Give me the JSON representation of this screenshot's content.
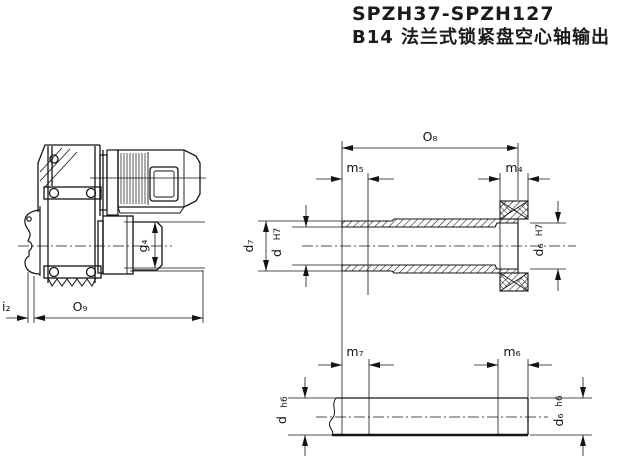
{
  "title": {
    "model_range": "SPZH37-SPZH127",
    "output_type": "B14 法兰式锁紧盘空心轴输出"
  },
  "colors": {
    "ink": "#141414",
    "background": "#ffffff"
  },
  "views": {
    "side": {
      "name": "gearmotor side view",
      "labels": {
        "i2": "i₂",
        "o9": "O₉",
        "g4": "g₄"
      }
    },
    "hollow_shaft_section": {
      "name": "hollow shaft with shrink disc, section view",
      "labels": {
        "o8": "O₈",
        "m5": "m₅",
        "m4": "m₄",
        "d7": "d₇",
        "d": "d",
        "d_fit": "H7",
        "d6": "d₆",
        "d6_fit": "H7"
      }
    },
    "customer_shaft": {
      "name": "customer plug-in shaft",
      "labels": {
        "m7": "m₇",
        "m6": "m₆",
        "d": "d",
        "d_fit": "h6",
        "d6": "d₆",
        "d6_fit": "h6"
      }
    }
  }
}
